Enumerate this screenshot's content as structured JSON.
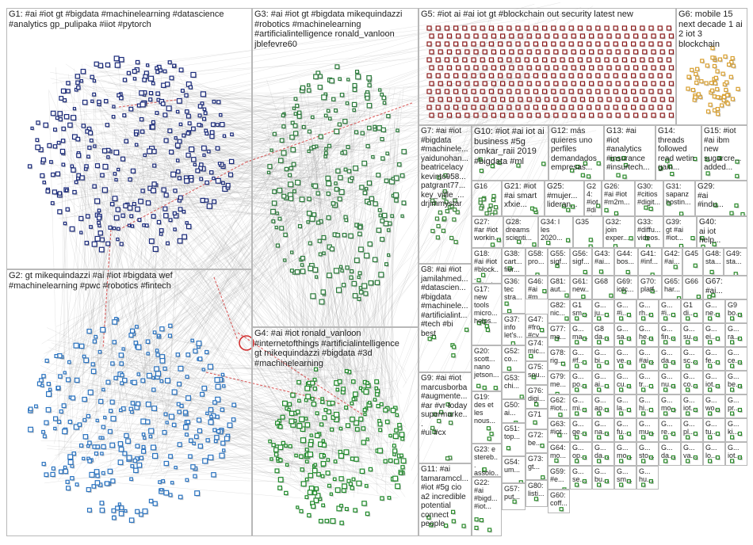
{
  "graph": {
    "node_colors": {
      "G1": "#1a2a7a",
      "G2": "#2a73c0",
      "G3": "#2a7a3a",
      "G4": "#1f8a2a",
      "G5": "#8b1a1a",
      "G6": "#d9a030",
      "edge_gray": "#9a9a9a",
      "edge_red": "#d23030"
    },
    "groups": [
      {
        "id": "G1",
        "label": "G1: #ai #iot gt #bigdata #machinelearning #datascience\n#analytics gp_pulipaka #iiot #pytorch",
        "count": 320
      },
      {
        "id": "G2",
        "label": "G2: gt mikequindazzi #ai #iot #bigdata wef\n#machinelearning #pwc #robotics #fintech",
        "count": 300
      },
      {
        "id": "G3",
        "label": "G3: #ai #iot gt #bigdata mikequindazzi\n#robotics #machinelearning\n#artificialintelligence ronald_vanloon\njblefevre60",
        "count": 240
      },
      {
        "id": "G4",
        "label": "G4: #ai #iot ronald_vanloon\n#internetofthings #artificialintelligence\ngt mikequindazzi #bigdata #3d\n#machinelearning",
        "count": 220
      },
      {
        "id": "G5",
        "label": "G5: #iot ai #ai iot gt #blockchain out security latest new",
        "count": 260
      },
      {
        "id": "G6",
        "label": "G6: mobile 15\nnext decade 1 ai\n2 iot 3\nblockchain",
        "count": 60
      },
      {
        "id": "G7",
        "label": "G7: #ai #iot\n#bigdata\n#machinele...\nyaidunohan...\nbeatricelacy\nkevinto958...\npatgrant77...\nkey_viille_...\ndrjimmystar",
        "count": 24
      },
      {
        "id": "G8",
        "label": "G8: #ai #iot\njamilahmed...\n#datascien...\n#bigdata\n#machinele...\n#artificialint...\n#tech #bi\nbest",
        "count": 0
      },
      {
        "id": "G9",
        "label": "G9: #ai #iot\nmarcusborba\n#augmente...\n#ar #vr today\nsupermarke...\n#ui #cx",
        "count": 10
      },
      {
        "id": "G10",
        "label": "G10: #iot #ai iot ai\nbusiness #5g\nomkar_raii 2019\n#bigdata #ml",
        "count": 0
      },
      {
        "id": "G11",
        "label": "G11: #ai\ntamaramccl...\n#iot #5g cio\na2 incredible\npotential\nconnect\npeople",
        "count": 0
      },
      {
        "id": "G12",
        "label": "G12: más\nquieres uno\nperfiles\ndemandados\nempresas...",
        "count": 0
      },
      {
        "id": "G13",
        "label": "G13: #ai\n#iot\n#analytics\n#insurance\n#insurtech...",
        "count": 0
      },
      {
        "id": "G14",
        "label": "G14:\nthreads\nfollowed\nread wetin\ngain...",
        "count": 0
      },
      {
        "id": "G15",
        "label": "G15: #iot\n#ai ibm\nnew\nsugarcre...\nadded...",
        "count": 0
      },
      {
        "id": "G16",
        "label": "G16",
        "count": 14
      },
      {
        "id": "G17",
        "label": "G17:\nnew\ntools\nmicro...\nhelps...",
        "count": 0
      },
      {
        "id": "G18",
        "label": "G18:\n#ai #iot\n#block...\nunlock\nclimat...",
        "count": 0
      },
      {
        "id": "G19",
        "label": "G19:\ndes et\nles\nnous...",
        "count": 0
      },
      {
        "id": "G20",
        "label": "G20:\nscott...\nnano\njetson...",
        "count": 0
      },
      {
        "id": "G21",
        "label": "G21: #iot\n#ai smart\nxfxie...",
        "count": 0
      },
      {
        "id": "G22",
        "label": "G22:\n#ai\n#bigd...\n#iot...",
        "count": 0
      },
      {
        "id": "G23",
        "label": "G23: e\nstereb...\nassolo...\nil #ai...",
        "count": 0
      },
      {
        "id": "G24",
        "label": "G24:\n#iot\n#digitali...",
        "count": 0
      },
      {
        "id": "G25",
        "label": "G25:\n#mujer...\nlideran...",
        "count": 0
      },
      {
        "id": "G26",
        "label": "G26:\n#ai #iot\n#m2m...",
        "count": 0
      },
      {
        "id": "G27",
        "label": "G27:\n#ar #iot\nworkin...",
        "count": 0
      },
      {
        "id": "G28",
        "label": "G28:\ndreams\nscienti...",
        "count": 0
      },
      {
        "id": "G29",
        "label": "G29:\n#ai\n#indu...",
        "count": 0
      },
      {
        "id": "G30",
        "label": "G30:\n#citios\n#digit...",
        "count": 0
      },
      {
        "id": "G31",
        "label": "G31:\nsapanz\nhostin...",
        "count": 0
      },
      {
        "id": "G32",
        "label": "G32:\njoin\nexper...",
        "count": 0
      },
      {
        "id": "G33",
        "label": "G33:\n#diffu...\nvideos...",
        "count": 0
      },
      {
        "id": "G34",
        "label": "G34: l\nles\n2020...",
        "count": 0
      },
      {
        "id": "G35",
        "label": "G35\n",
        "count": 0
      },
      {
        "id": "G36",
        "label": "G36:\ntec\nstra...",
        "count": 0
      },
      {
        "id": "G37",
        "label": "G37:\ninfo\nlet's...",
        "count": 0
      },
      {
        "id": "G38",
        "label": "G38:\ncart...\nfier...",
        "count": 0
      },
      {
        "id": "G39",
        "label": "G39:\ngt #ai\n#iot...",
        "count": 0
      },
      {
        "id": "G40",
        "label": "G40:\nai iot\nhelp...",
        "count": 0
      },
      {
        "id": "G41",
        "label": "G41:\n#inf...",
        "count": 0
      },
      {
        "id": "G42",
        "label": "G42:\n#ai...",
        "count": 0
      },
      {
        "id": "G43",
        "label": "G43:\n#ai...",
        "count": 0
      },
      {
        "id": "G44",
        "label": "G44:\nbos...",
        "count": 0
      },
      {
        "id": "G45",
        "label": "G45\n",
        "count": 0
      },
      {
        "id": "G46",
        "label": "G46:\n#ai\n#m...",
        "count": 0
      },
      {
        "id": "G47",
        "label": "G47:\n#fro\n#cy...",
        "count": 0
      },
      {
        "id": "G48",
        "label": "G48:\nsta...",
        "count": 0
      },
      {
        "id": "G49",
        "label": "G49:\nsta...",
        "count": 0
      },
      {
        "id": "G50",
        "label": "G50:\nai...",
        "count": 0
      },
      {
        "id": "G51",
        "label": "G51:\ntop...",
        "count": 0
      },
      {
        "id": "G52",
        "label": "G52:\nco...",
        "count": 0
      },
      {
        "id": "G53",
        "label": "G53:\nchi...",
        "count": 0
      },
      {
        "id": "G54",
        "label": "G54:\num...",
        "count": 0
      },
      {
        "id": "G55",
        "label": "G55:\nsigf...",
        "count": 0
      },
      {
        "id": "G56",
        "label": "G56:\nsigf...",
        "count": 0
      },
      {
        "id": "G57",
        "label": "G57:\nput...",
        "count": 0
      },
      {
        "id": "G58",
        "label": "G58:\npro...",
        "count": 0
      },
      {
        "id": "G59",
        "label": "G59:\n#e...",
        "count": 0
      },
      {
        "id": "G60",
        "label": "G60:\ncoff...",
        "count": 0
      },
      {
        "id": "G61",
        "label": "G61:\nnew...",
        "count": 0
      },
      {
        "id": "G62",
        "label": "G62:\n#iot...",
        "count": 0
      },
      {
        "id": "G63",
        "label": "G63:\n#iot...",
        "count": 0
      },
      {
        "id": "G64",
        "label": "G64:\nmo...",
        "count": 0
      },
      {
        "id": "G65",
        "label": "G65:\nhar...",
        "count": 0
      },
      {
        "id": "G66",
        "label": "G66",
        "count": 0
      },
      {
        "id": "G67",
        "label": "G67:\n#ai...",
        "count": 0
      },
      {
        "id": "G68",
        "label": "G68",
        "count": 0
      },
      {
        "id": "G69",
        "label": "G69:\niotc...",
        "count": 0
      },
      {
        "id": "G70",
        "label": "G70:\nplatf...",
        "count": 0
      },
      {
        "id": "G71",
        "label": "G71",
        "count": 0
      },
      {
        "id": "G72",
        "label": "G72:\nbe...",
        "count": 0
      },
      {
        "id": "G73",
        "label": "G73:\ngt...",
        "count": 0
      },
      {
        "id": "G74",
        "label": "G74:\nmic...",
        "count": 0
      },
      {
        "id": "G75",
        "label": "G75:\nsou...",
        "count": 0
      },
      {
        "id": "G76",
        "label": "G76:\ndigi...",
        "count": 0
      },
      {
        "id": "G77",
        "label": "G77:\nma...",
        "count": 0
      },
      {
        "id": "G78",
        "label": "G78:\nrig...",
        "count": 0
      },
      {
        "id": "G79",
        "label": "G79:\nme...",
        "count": 0
      },
      {
        "id": "G80",
        "label": "G80:\nlisti...",
        "count": 0
      },
      {
        "id": "G81",
        "label": "G81:\naut...",
        "count": 0
      },
      {
        "id": "G82",
        "label": "G82:\nnic...",
        "count": 0
      }
    ],
    "small_cells": [
      "G1\nsm...",
      "G...\nju...",
      "G...\n#i...",
      "G...\nrh...",
      "G...\n#i...",
      "G1\ndi...",
      "G...\nne...",
      "G9\nbo...",
      "G...\nma...",
      "G8\nda...",
      "G...\nsa...",
      "G...\nhe...",
      "G...\nfin...",
      "G...\nsu...",
      "G...\nei...",
      "G...\nra...",
      "G...\n#f...",
      "G...\nbi...",
      "G...\nve...",
      "G...\n#ai...",
      "G...\nda...",
      "G...\nsc...",
      "G...\nfe...",
      "G...\nce...",
      "G...\npo...",
      "G...\nai...",
      "G...\ncu...",
      "G...\ntr...",
      "G...\nnu...",
      "G...\nco...",
      "G...\niot...",
      "G...\nbe...",
      "G...\nmi...",
      "G...\nap...",
      "G...\nla...",
      "G...\nhi...",
      "G...\nmo...",
      "G...\niot...",
      "G...\nwo...",
      "G...\npr...",
      "G...\nge...",
      "G...\nna...",
      "G...\nfu...",
      "G...\nmu...",
      "G...\nre...",
      "G...\npl...",
      "G...\ntu...",
      "G...\nki...",
      "G...\nop...",
      "G...\nda...",
      "G...\nmo...",
      "G...\nsto...",
      "G...\nda...",
      "G...\nva...",
      "G...\nlo...",
      "G...\niot...",
      "G...\nse...",
      "G...\nbu...",
      "G...\nsm...",
      "G...\nhu..."
    ]
  }
}
